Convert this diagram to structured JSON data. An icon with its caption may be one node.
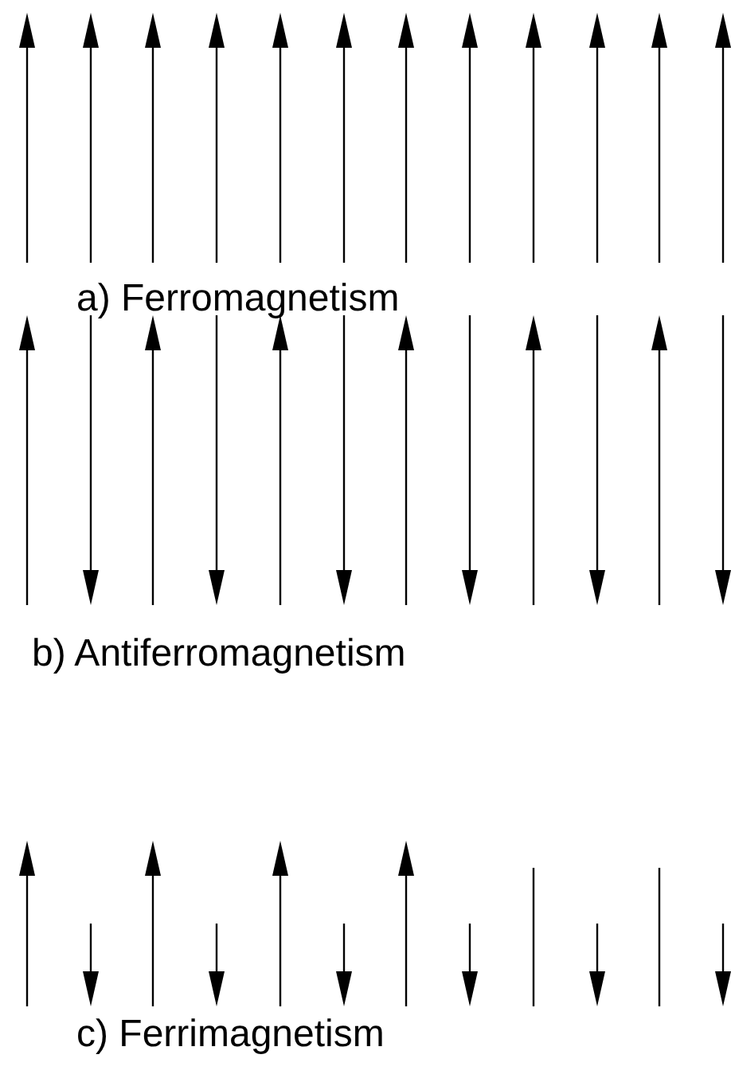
{
  "diagram": {
    "labels": [
      "a) Ferromagnetism",
      "b) Antiferromagnetism",
      "c) Ferrimagnetism"
    ]
  }
}
